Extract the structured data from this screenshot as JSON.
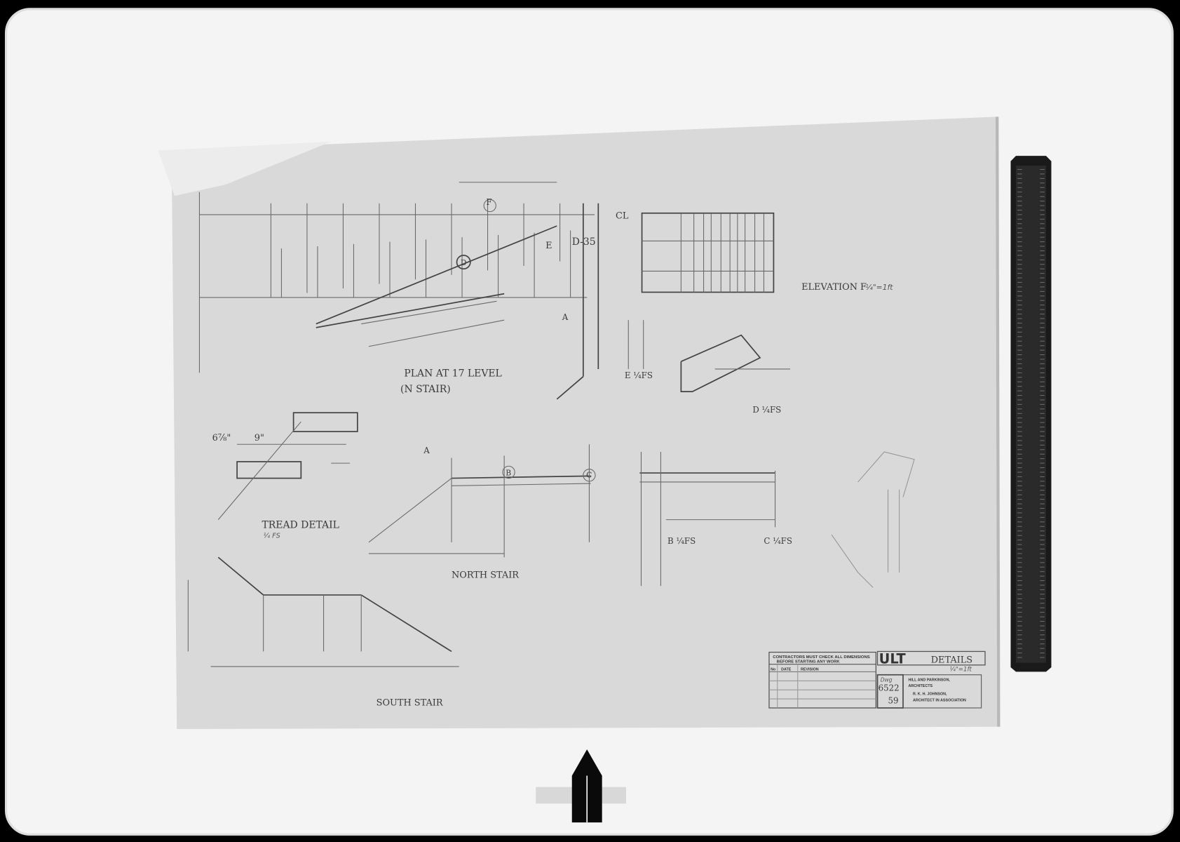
{
  "drawing": {
    "plan_title_1": "PLAN AT 17 LEVEL",
    "plan_title_2": "(N STAIR)",
    "elevation_title": "ELEVATION F",
    "elevation_scale": "¼\"=1ft",
    "tread_detail_title": "TREAD DETAIL",
    "tread_scale": "¼ FS",
    "north_stair_title": "NORTH STAIR",
    "south_stair_title": "SOUTH STAIR",
    "section_marks": {
      "d35": "D-35",
      "e": "E",
      "d": "D",
      "f": "F",
      "a": "A",
      "b": "B",
      "c": "C",
      "e_scale": "E ¼FS",
      "d_scale": "D ¼FS",
      "b_scale": "B ¼FS",
      "c_scale": "C ¼FS"
    },
    "centerline": "CL",
    "dimensions": {
      "tread_height": "6⅞\"",
      "tread_depth": "9\""
    }
  },
  "title_block": {
    "warning_1": "CONTRACTORS MUST CHECK ALL DIMENSIONS",
    "warning_2": "BEFORE STARTING ANY WORK",
    "col_no": "No",
    "col_date": "DATE",
    "col_revision": "REVISION",
    "project": "ULT",
    "sheet_title": "DETAILS",
    "scale": "¼\"=1ft",
    "drawing_label": "Dwg",
    "job_number": "6522",
    "sheet_number": "59",
    "architect_1": "HILL AND PARKINSON,",
    "architect_2": "ARCHITECTS",
    "associate_1": "R. K. H. JOHNSON,",
    "associate_2": "ARCHITECT IN ASSOCIATION"
  }
}
